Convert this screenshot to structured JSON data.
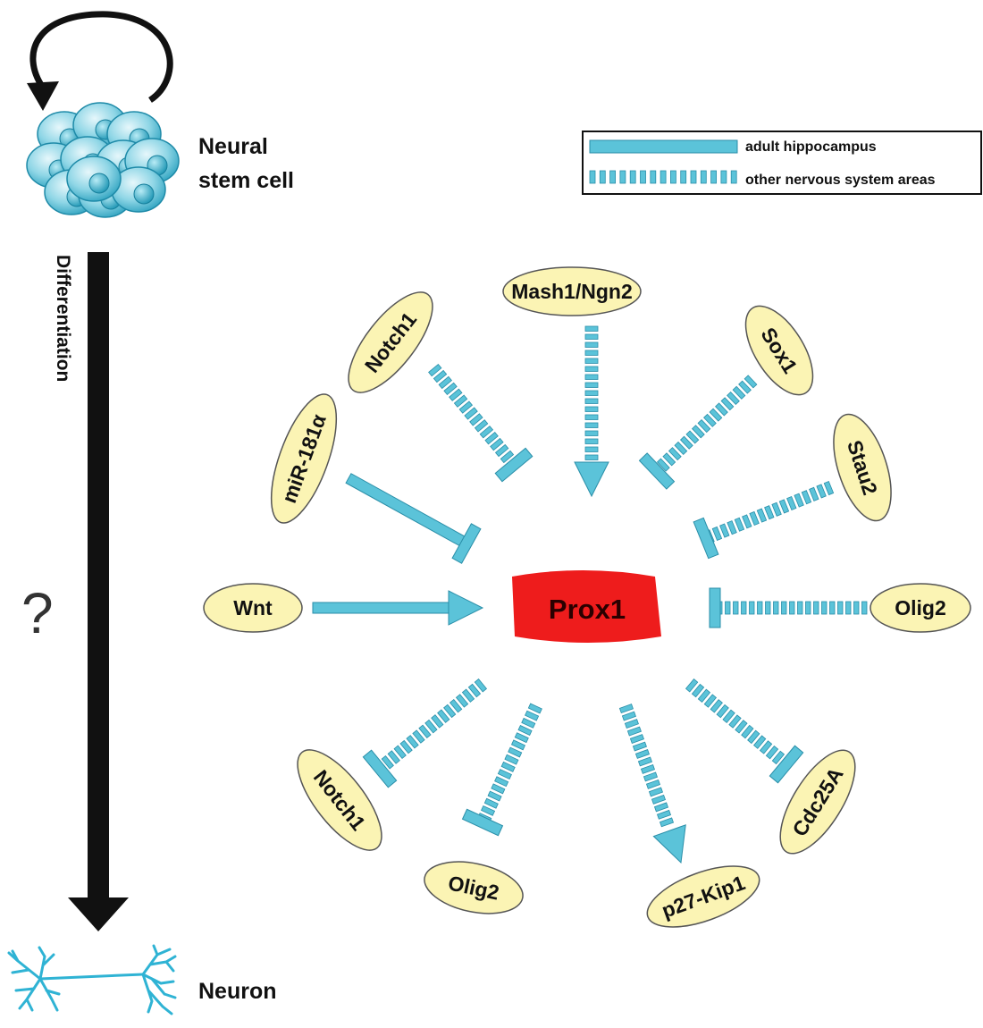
{
  "colors": {
    "arrow": "#5bc3d9",
    "arrow_stroke": "#2a8ea8",
    "node_fill": "#fbf4b4",
    "node_stroke": "#555555",
    "hub_fill": "#ee1c1c",
    "lineage": "#111111",
    "cell": "#5bc3d9"
  },
  "legend": {
    "solid_label": "adult hippocampus",
    "dashed_label": "other nervous system areas"
  },
  "lineage": {
    "stem_line1": "Neural",
    "stem_line2": "stem cell",
    "process_label": "Differentiation",
    "unknown_mark": "?",
    "end_label": "Neuron",
    "stem_icon": "cell-cluster-icon",
    "end_icon": "neuron-icon",
    "self_renewal_icon": "circular-arrow-icon"
  },
  "hub": {
    "label": "Prox1"
  },
  "upstream": [
    {
      "label": "Mash1/Ngn2",
      "effect": "activation",
      "style": "dashed"
    },
    {
      "label": "Notch1",
      "effect": "inhibition",
      "style": "dashed"
    },
    {
      "label": "Sox1",
      "effect": "inhibition",
      "style": "dashed"
    },
    {
      "label": "miR-181α",
      "effect": "inhibition",
      "style": "solid"
    },
    {
      "label": "Stau2",
      "effect": "inhibition",
      "style": "dashed"
    },
    {
      "label": "Wnt",
      "effect": "activation",
      "style": "solid"
    },
    {
      "label": "Olig2",
      "effect": "inhibition",
      "style": "dashed"
    }
  ],
  "downstream": [
    {
      "label": "Notch1",
      "effect": "inhibition",
      "style": "dashed"
    },
    {
      "label": "Olig2",
      "effect": "inhibition",
      "style": "dashed"
    },
    {
      "label": "p27-Kip1",
      "effect": "activation",
      "style": "dashed"
    },
    {
      "label": "Cdc25A",
      "effect": "inhibition",
      "style": "dashed"
    }
  ]
}
